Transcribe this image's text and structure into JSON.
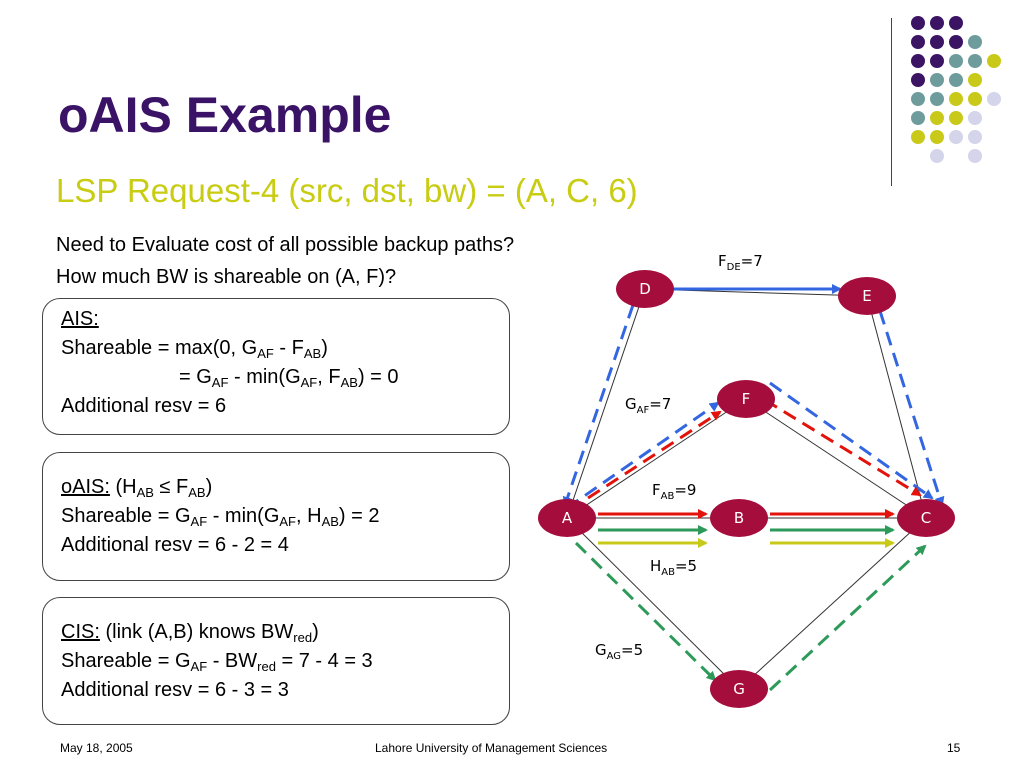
{
  "slide": {
    "title": "oAIS Example",
    "subtitle": "LSP Request-4 (src, dst, bw) = (A, C, 6)",
    "question1": "Need to Evaluate cost of all possible backup paths?",
    "question2": "How much BW is shareable on (A, F)?"
  },
  "ais": {
    "heading": "AIS:",
    "l1_pre": "Shareable = max(0, G",
    "l1_s1": "AF",
    "l1_mid": " - F",
    "l1_s2": "AB",
    "l1_post": ")",
    "l2_pre": "= G",
    "l2_s1": "AF",
    "l2_mid": " - min(G",
    "l2_s2": "AF",
    "l2_mid2": ", F",
    "l2_s3": "AB",
    "l2_post": ") = 0",
    "l3": "Additional resv = 6"
  },
  "oais": {
    "heading": "oAIS:",
    "h_pre": " (H",
    "h_s1": "AB",
    "h_mid": " ≤ F",
    "h_s2": "AB",
    "h_post": ")",
    "l1_pre": "Shareable = G",
    "l1_s1": "AF",
    "l1_mid": " - min(G",
    "l1_s2": "AF",
    "l1_mid2": ", H",
    "l1_s3": "AB",
    "l1_post": ") = 2",
    "l2": "Additional resv = 6 - 2 = 4"
  },
  "cis": {
    "heading": "CIS:",
    "h_pre": " (link (A,B) knows BW",
    "h_s1": "red",
    "h_post": ")",
    "l1_pre": "Shareable = G",
    "l1_s1": "AF",
    "l1_mid": " - BW",
    "l1_s2": "red",
    "l1_post": " = 7 - 4 = 3",
    "l2": "Additional resv = 6 - 3 = 3"
  },
  "network": {
    "nodes": [
      "D",
      "E",
      "F",
      "A",
      "B",
      "C",
      "G"
    ],
    "labels": {
      "fde": {
        "main": "F",
        "sub": "DE",
        "val": "=7"
      },
      "gaf": {
        "main": "G",
        "sub": "AF",
        "val": "=7"
      },
      "fab": {
        "main": "F",
        "sub": "AB",
        "val": "=9"
      },
      "hab": {
        "main": "H",
        "sub": "AB",
        "val": "=5"
      },
      "gag": {
        "main": "G",
        "sub": "AG",
        "val": "=5"
      }
    },
    "colors": {
      "node": "#a50e3c",
      "blue": "#3366e0",
      "red": "#e3120b",
      "green": "#2e9a5a",
      "yellow": "#c9c91a"
    }
  },
  "footer": {
    "date": "May 18, 2005",
    "org": "Lahore University of Management Sciences",
    "page": "15"
  },
  "decor": {
    "dot_colors": [
      "#3b1464",
      "#6e9c9c",
      "#c9c91a",
      "#d4d4ea"
    ]
  }
}
